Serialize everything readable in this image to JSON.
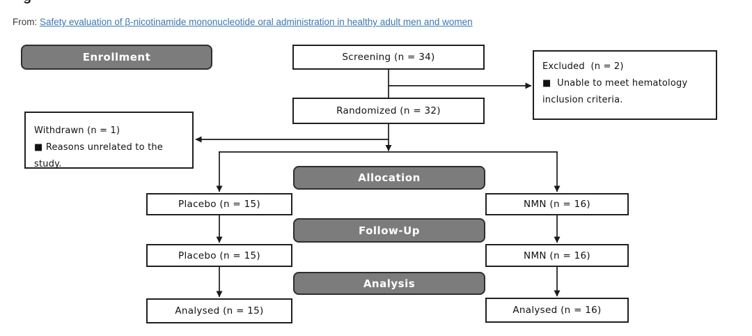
{
  "page": {
    "background": "#ffffff"
  },
  "header": {
    "cropped_fragment": "g",
    "from_label": "From:",
    "article_link": "Safety evaluation of β-nicotinamide mononucleotide oral administration in healthy adult men and women",
    "link_color": "#3c77b2"
  },
  "flowchart": {
    "colors": {
      "stage_fill": "#7c7c7c",
      "stage_border": "#2e2e2e",
      "node_border": "#1f1f1f",
      "connector": "#1a1a1a"
    },
    "stages": {
      "enrollment": "Enrollment",
      "allocation": "Allocation",
      "follow_up": "Follow-Up",
      "analysis": "Analysis"
    },
    "nodes": {
      "screening": "Screening (n = 34)",
      "randomized": "Randomized (n = 32)",
      "excluded_title": "Excluded  (n = 2)",
      "excluded_reason": "■  Unable to meet hematology inclusion criteria.",
      "withdrawn_title": "Withdrawn (n = 1)",
      "withdrawn_reason": "■ Reasons unrelated to the study.",
      "placebo_allocated": "Placebo (n = 15)",
      "nmn_allocated": "NMN (n = 16)",
      "placebo_followed": "Placebo (n = 15)",
      "nmn_followed": "NMN (n = 16)",
      "placebo_analysed": "Analysed (n = 15)",
      "nmn_analysed": "Analysed (n = 16)"
    }
  }
}
